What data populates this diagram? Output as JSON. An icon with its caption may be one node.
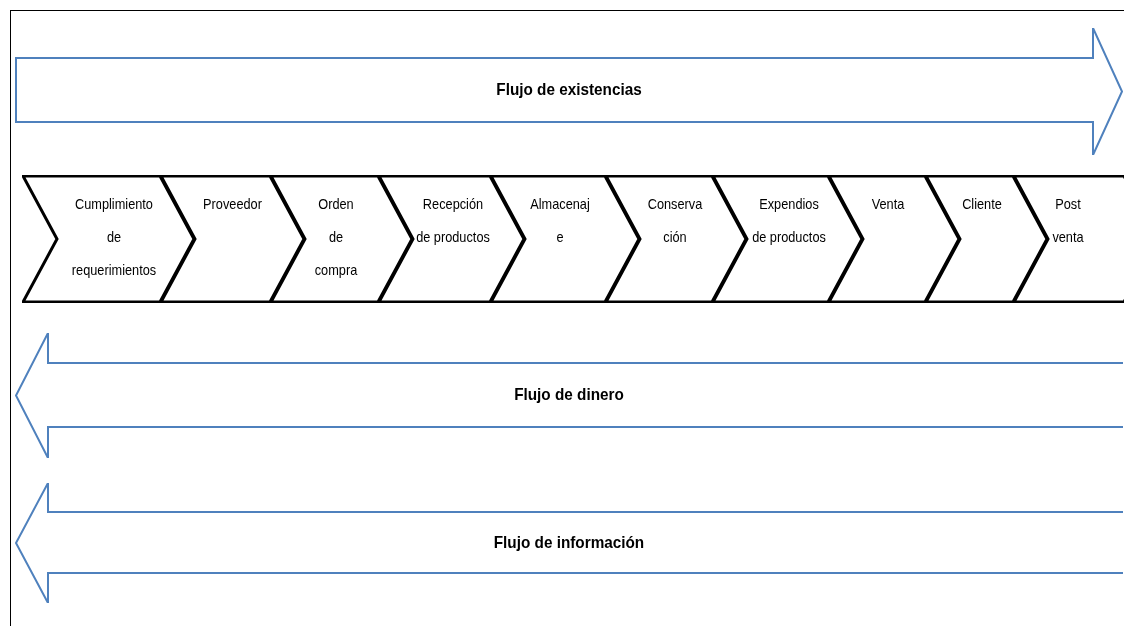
{
  "diagram": {
    "nodes": [
      {
        "text": [
          "Flujo de existencias"
        ]
      },
      {
        "text": [
          "Cumplimiento de requerimientos"
        ]
      },
      {
        "text": [
          "Proveedor"
        ]
      },
      {
        "text": [
          "Orden de compra"
        ]
      },
      {
        "text": [
          "Recepción de productos"
        ]
      },
      {
        "text": [
          "Almacenaj e"
        ]
      },
      {
        "text": [
          "Conserva ción"
        ]
      },
      {
        "text": [
          "Expendios de productos"
        ]
      },
      {
        "text": [
          "Venta"
        ]
      },
      {
        "text": [
          "Cliente"
        ]
      },
      {
        "text": [
          "Post venta"
        ]
      },
      {
        "text": [
          "Flujo de dinero"
        ]
      },
      {
        "text": [
          "Flujo de información"
        ]
      }
    ],
    "edges": []
  }
}
